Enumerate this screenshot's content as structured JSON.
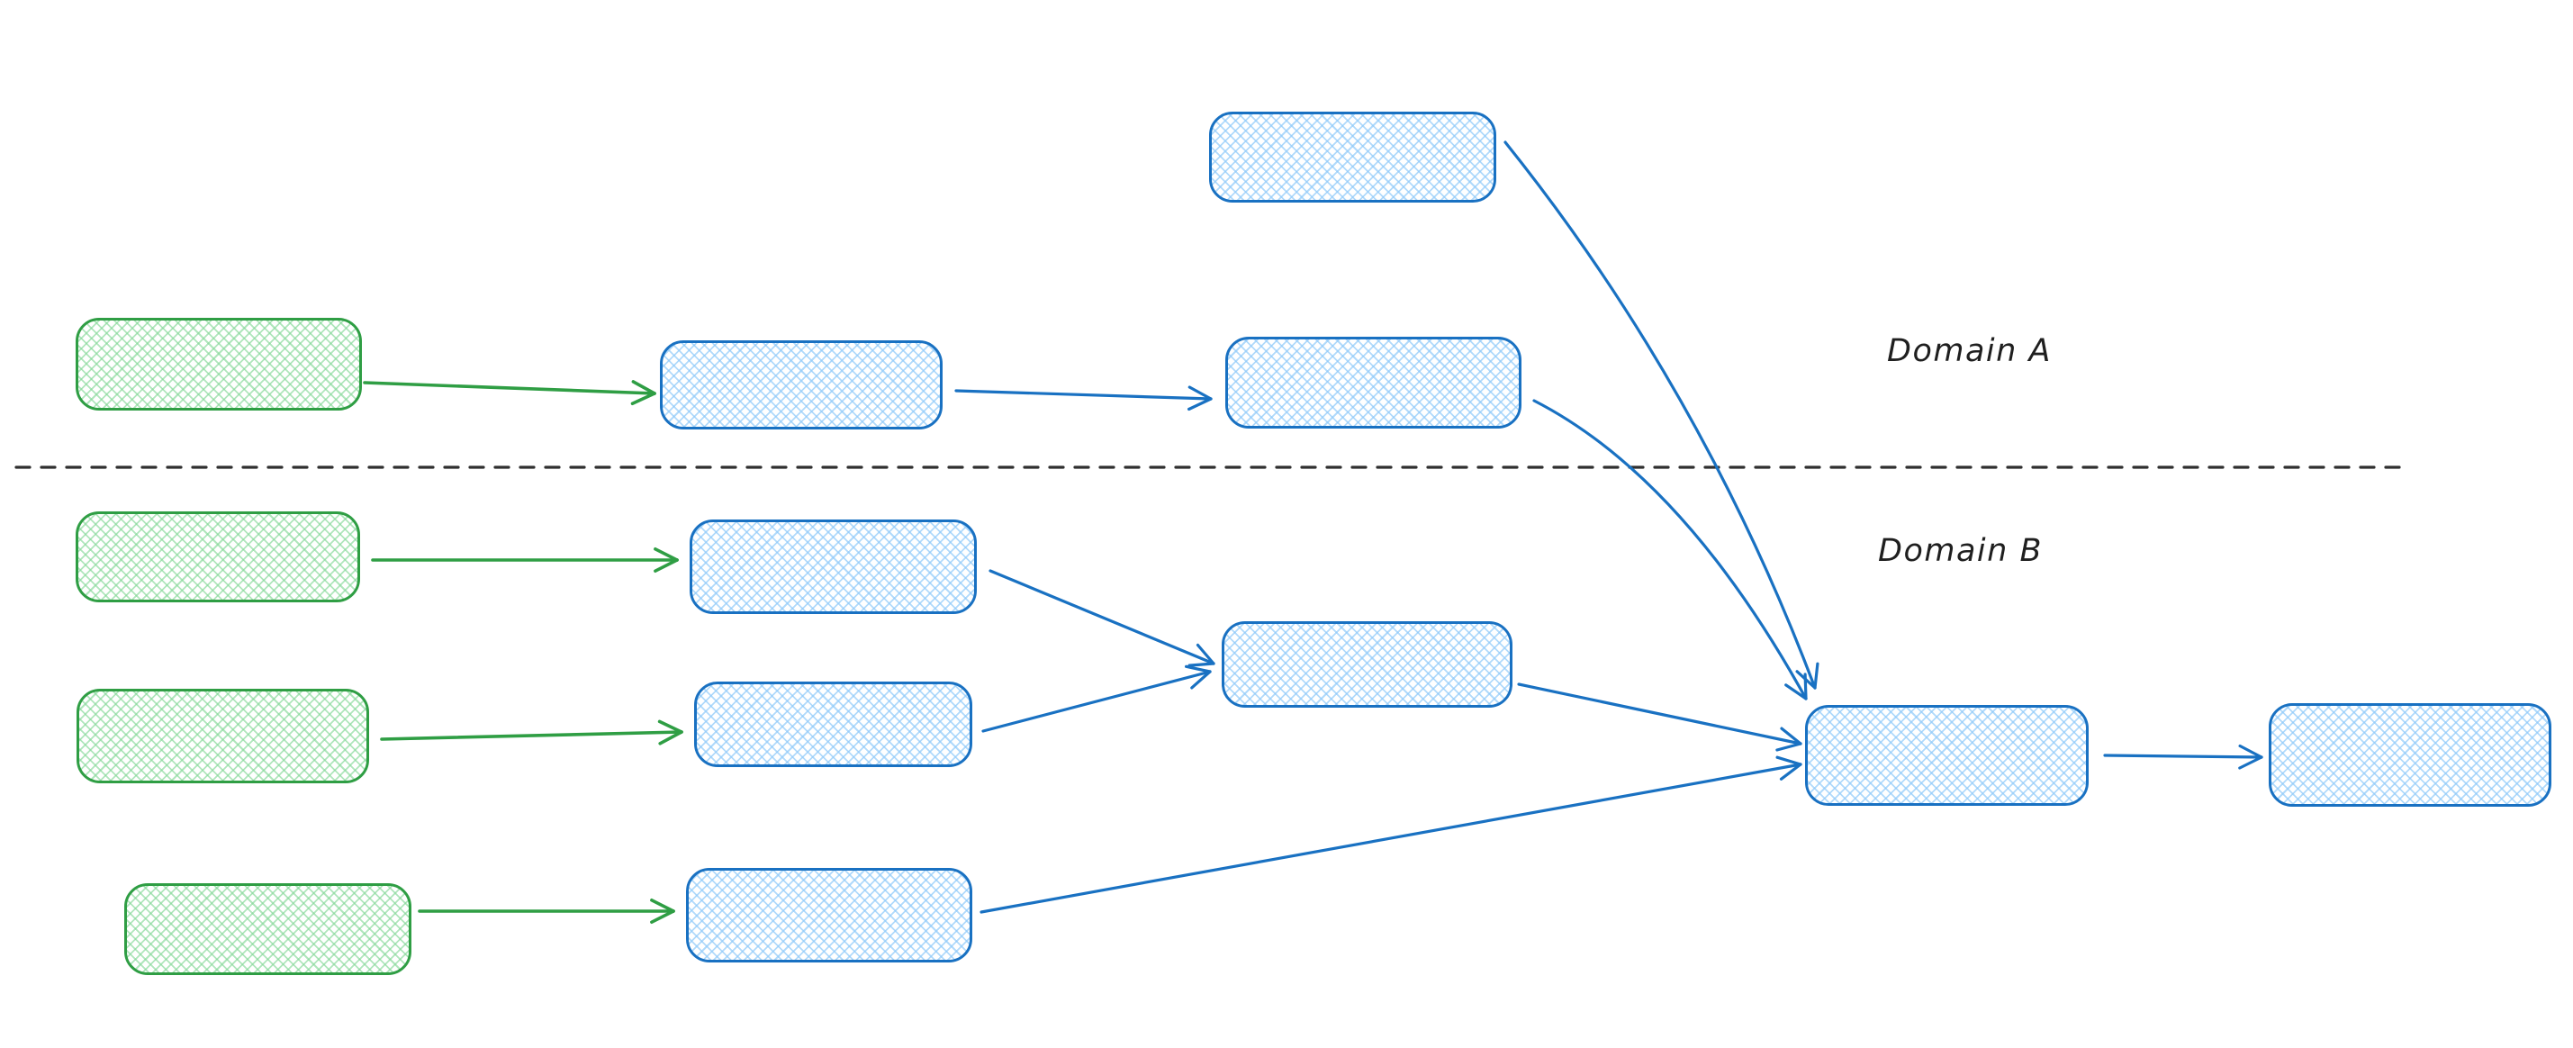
{
  "labels": {
    "domain_a": "Domain A",
    "domain_b": "Domain B"
  },
  "colors": {
    "green_stroke": "#2f9e44",
    "blue_stroke": "#1971c2",
    "divider": "#2f2f2f",
    "text": "#1f1f1f",
    "bg": "#ffffff"
  },
  "diagram": {
    "style": "hand-drawn whiteboard sketch, cross-hatch filled rounded rectangles, no text inside boxes",
    "regions": [
      {
        "id": "domain-a",
        "label": "Domain A",
        "position": "above dashed divider"
      },
      {
        "id": "domain-b",
        "label": "Domain B",
        "position": "below dashed divider"
      }
    ],
    "divider": {
      "type": "horizontal-dashed-line",
      "separates": [
        "Domain A",
        "Domain B"
      ]
    },
    "nodes": [
      {
        "id": "blue-top",
        "color": "blue",
        "region": "domain-a",
        "row": "top standalone"
      },
      {
        "id": "green-a1",
        "color": "green",
        "region": "domain-a"
      },
      {
        "id": "blue-a1",
        "color": "blue",
        "region": "domain-a"
      },
      {
        "id": "blue-a2",
        "color": "blue",
        "region": "domain-a"
      },
      {
        "id": "green-b1",
        "color": "green",
        "region": "domain-b"
      },
      {
        "id": "blue-b1",
        "color": "blue",
        "region": "domain-b"
      },
      {
        "id": "green-b2",
        "color": "green",
        "region": "domain-b"
      },
      {
        "id": "blue-b2",
        "color": "blue",
        "region": "domain-b"
      },
      {
        "id": "blue-merge",
        "color": "blue",
        "region": "domain-b",
        "role": "merge of blue-b1 and blue-b2"
      },
      {
        "id": "green-b3",
        "color": "green",
        "region": "domain-b"
      },
      {
        "id": "blue-b3",
        "color": "blue",
        "region": "domain-b"
      },
      {
        "id": "blue-convergence",
        "color": "blue",
        "region": "domain-b",
        "role": "receives four incoming arrows"
      },
      {
        "id": "blue-final",
        "color": "blue",
        "region": "domain-b",
        "role": "terminal node"
      }
    ],
    "edges": [
      {
        "from": "green-a1",
        "to": "blue-a1",
        "color": "green"
      },
      {
        "from": "blue-a1",
        "to": "blue-a2",
        "color": "blue"
      },
      {
        "from": "blue-top",
        "to": "blue-convergence",
        "color": "blue"
      },
      {
        "from": "blue-a2",
        "to": "blue-convergence",
        "color": "blue"
      },
      {
        "from": "green-b1",
        "to": "blue-b1",
        "color": "green"
      },
      {
        "from": "green-b2",
        "to": "blue-b2",
        "color": "green"
      },
      {
        "from": "blue-b1",
        "to": "blue-merge",
        "color": "blue"
      },
      {
        "from": "blue-b2",
        "to": "blue-merge",
        "color": "blue"
      },
      {
        "from": "blue-merge",
        "to": "blue-convergence",
        "color": "blue"
      },
      {
        "from": "green-b3",
        "to": "blue-b3",
        "color": "green"
      },
      {
        "from": "blue-b3",
        "to": "blue-convergence",
        "color": "blue"
      },
      {
        "from": "blue-convergence",
        "to": "blue-final",
        "color": "blue"
      }
    ]
  }
}
